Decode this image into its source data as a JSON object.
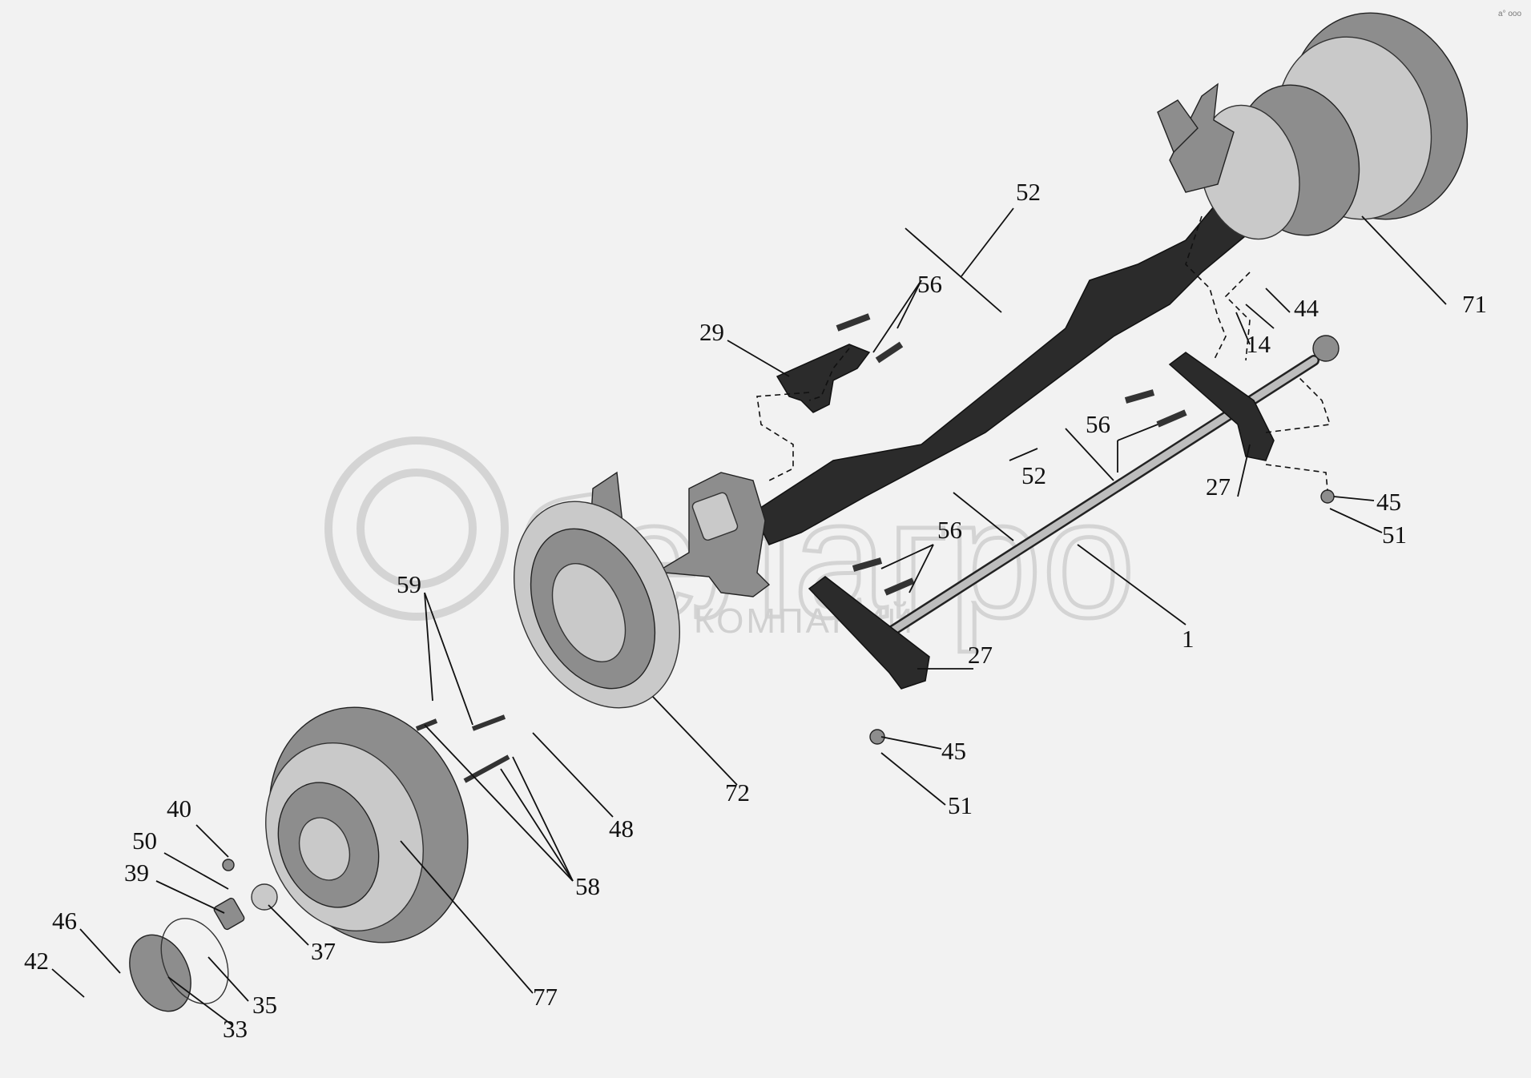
{
  "watermark": {
    "brand": "белагро",
    "tagline": "ГРУППА КОМПАНИЙ"
  },
  "corner_mark": "а° ооо",
  "callouts": {
    "c1": "1",
    "c14": "14",
    "c27a": "27",
    "c27b": "27",
    "c29": "29",
    "c33": "33",
    "c35": "35",
    "c37": "37",
    "c39": "39",
    "c40": "40",
    "c42": "42",
    "c44": "44",
    "c45a": "45",
    "c45b": "45",
    "c46": "46",
    "c48": "48",
    "c50": "50",
    "c51a": "51",
    "c51b": "51",
    "c52a": "52",
    "c52b": "52",
    "c56a": "56",
    "c56b": "56",
    "c56c": "56",
    "c58": "58",
    "c59": "59",
    "c71": "71",
    "c72": "72",
    "c77": "77"
  }
}
